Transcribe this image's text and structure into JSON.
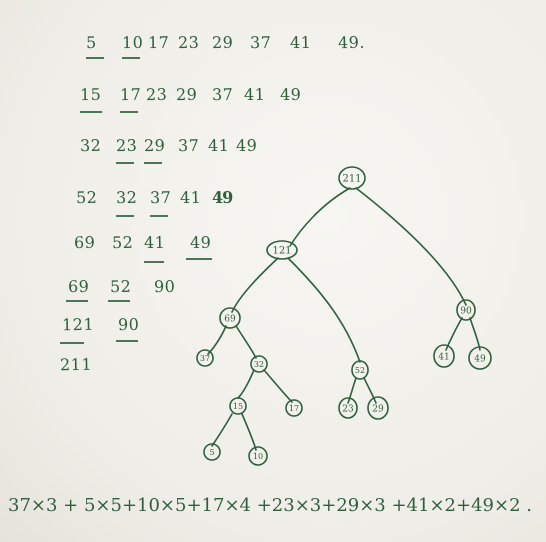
{
  "merge_rows": [
    [
      "5",
      "10",
      "17",
      "23",
      "29",
      "37",
      "41",
      "49."
    ],
    [
      "15",
      "17",
      "23",
      "29",
      "37",
      "41",
      "49"
    ],
    [
      "32",
      "23",
      "29",
      "37",
      "41",
      "49"
    ],
    [
      "52",
      "32",
      "37",
      "41",
      "49"
    ],
    [
      "69",
      "52",
      "41",
      "49"
    ],
    [
      "69",
      "52",
      "90"
    ],
    [
      "121",
      "90"
    ],
    [
      "211"
    ]
  ],
  "tree_nodes": {
    "n211": "211",
    "n121": "121",
    "n90": "90",
    "n69": "69",
    "n52": "52",
    "n41": "41",
    "n49": "49",
    "n37": "37",
    "n32": "32",
    "n23": "23",
    "n29": "29",
    "n15": "15",
    "n17": "17",
    "n5": "5",
    "n10": "10"
  },
  "formula": "37×3 + 5×5+10×5+17×4 +23×3+29×3 +41×2+49×2 ."
}
